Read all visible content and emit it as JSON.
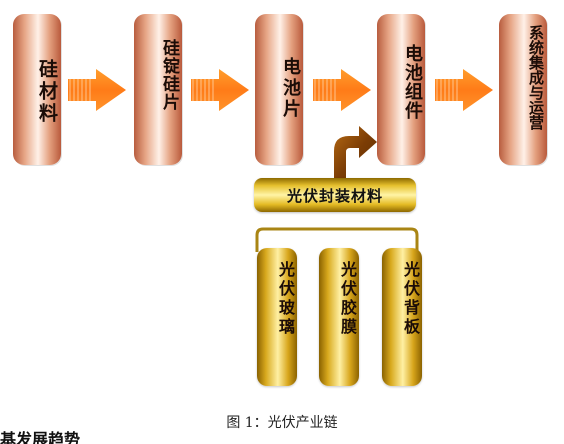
{
  "diagram": {
    "stages": [
      {
        "label": "硅材料"
      },
      {
        "label": "硅锭硅片"
      },
      {
        "label": "电池片"
      },
      {
        "label": "电池组件"
      },
      {
        "label": "系统集成与运营"
      }
    ],
    "encapsulation_materials": {
      "title": "光伏封装材料",
      "items": [
        {
          "label": "光伏玻璃"
        },
        {
          "label": "光伏胶膜"
        },
        {
          "label": "光伏背板"
        }
      ]
    }
  },
  "caption": "图 1：光伏产业链",
  "clipped_heading": "基发展趋势"
}
